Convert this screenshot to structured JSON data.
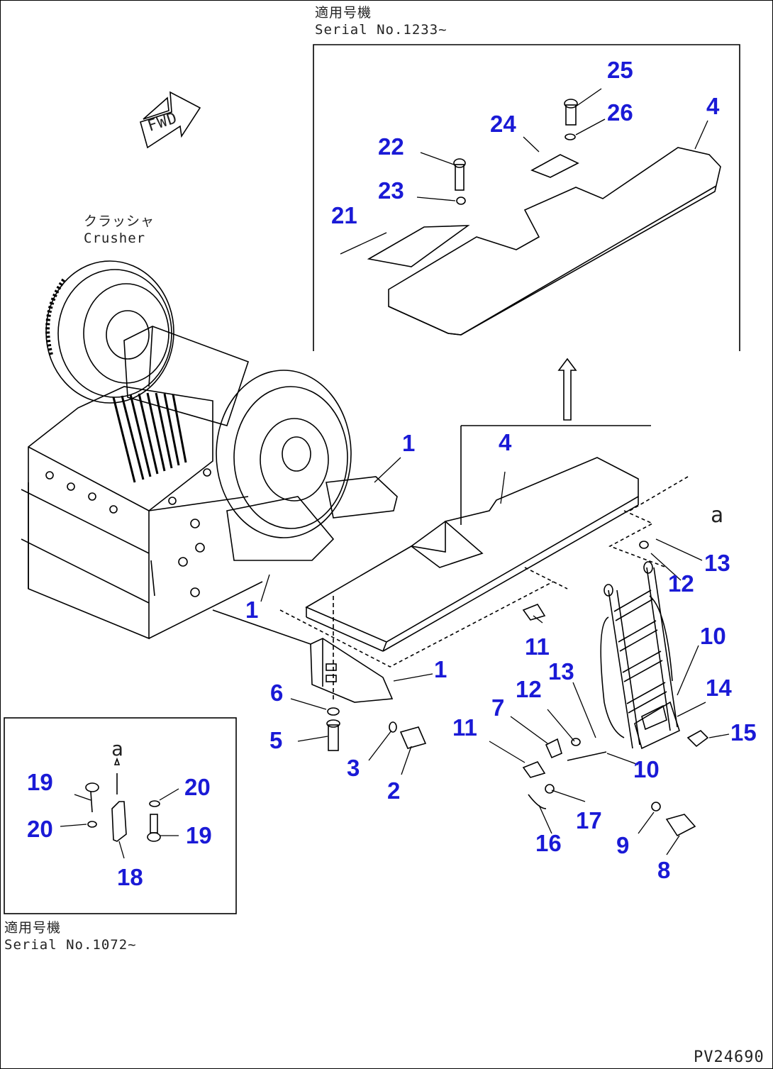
{
  "serial_notes": {
    "top_jp": "適用号機",
    "top_en": "Serial No.1233~",
    "bottom_jp": "適用号機",
    "bottom_en": "Serial No.1072~"
  },
  "component_label": {
    "jp": "クラッシャ",
    "en": "Crusher"
  },
  "direction_marker": "FWD",
  "view_marker": "a",
  "drawing_code": "PV24690",
  "accent_color": "#1a1ad6",
  "callouts": [
    "1",
    "1",
    "1",
    "2",
    "3",
    "4",
    "4",
    "5",
    "6",
    "7",
    "8",
    "9",
    "10",
    "10",
    "11",
    "11",
    "12",
    "12",
    "13",
    "13",
    "14",
    "15",
    "16",
    "17",
    "18",
    "19",
    "19",
    "20",
    "20",
    "21",
    "22",
    "23",
    "24",
    "25",
    "26"
  ]
}
